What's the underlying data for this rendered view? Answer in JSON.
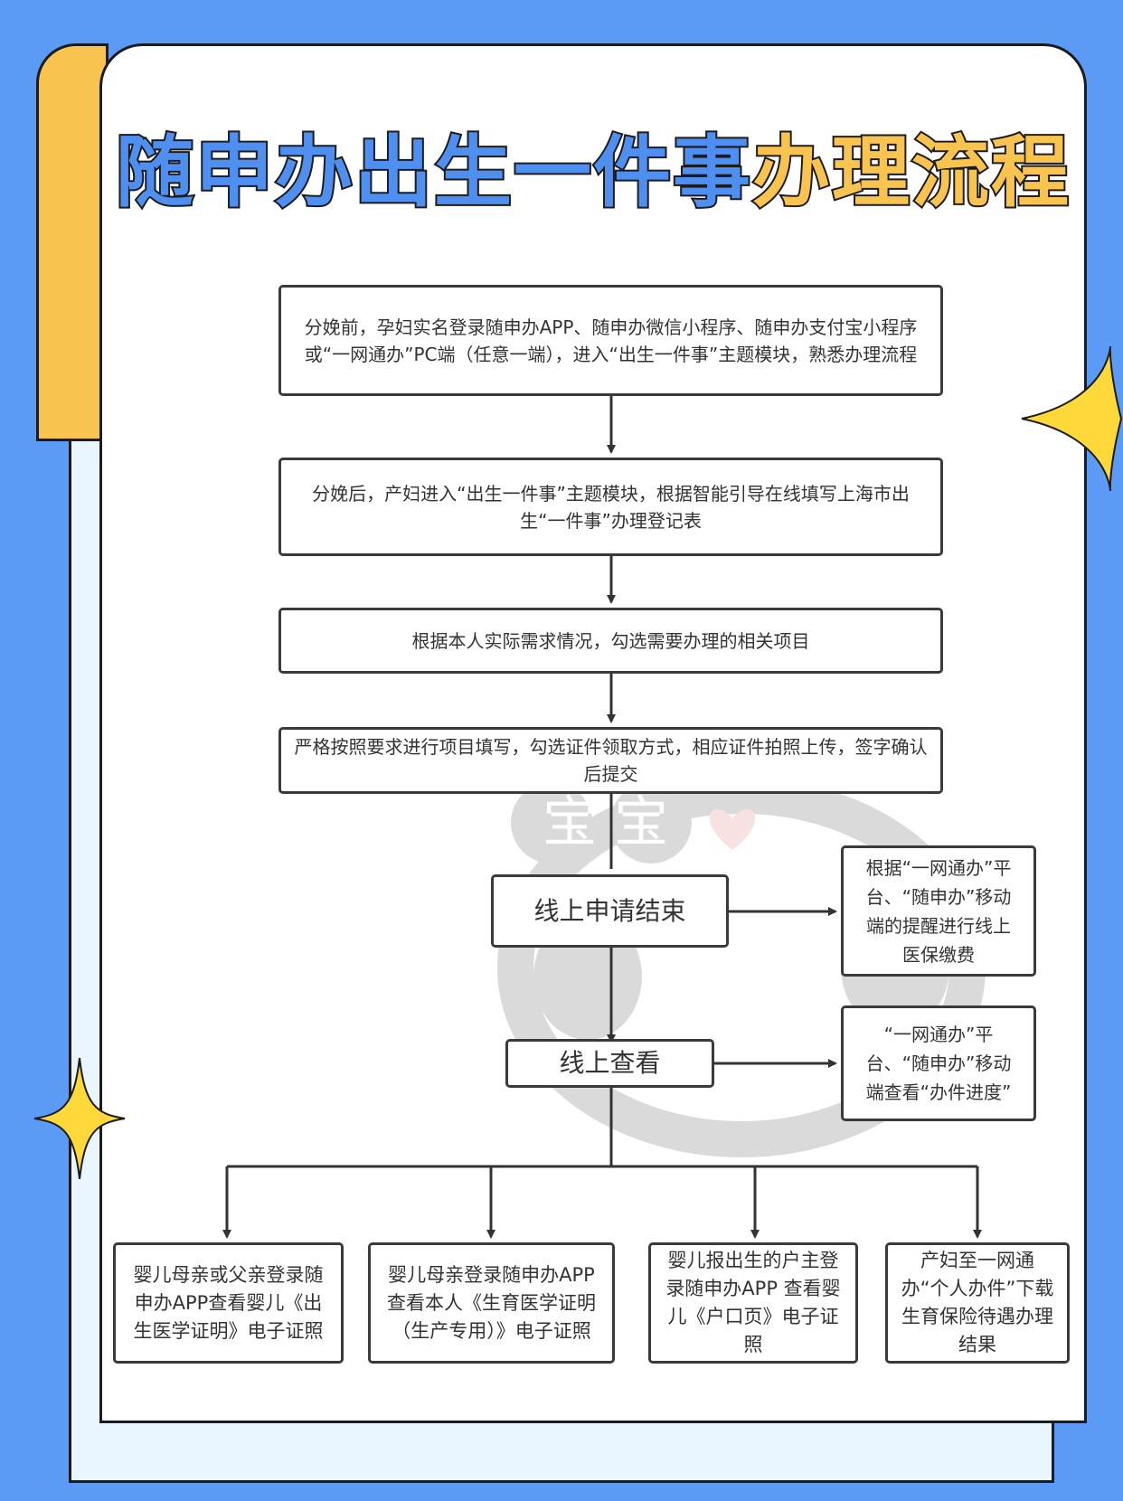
{
  "title": {
    "part1": "随申办出生一件事",
    "part2": "办理流程"
  },
  "flow": {
    "step1": "分娩前，孕妇实名登录随申办APP、随申办微信小程序、随申办支付宝小程序或“一网通办”PC端（任意一端），进入“出生一件事”主题模块，熟悉办理流程",
    "step2": "分娩后，产妇进入“出生一件事”主题模块，根据智能引导在线填写上海市出生“一件事”办理登记表",
    "step3": "根据本人实际需求情况，勾选需要办理的相关项目",
    "step4": "严格按照要求进行项目填写，勾选证件领取方式，相应证件拍照上传，签字确认后提交",
    "step5": "线上申请结束",
    "step5_side": "根据“一网通办”平台、“随申办”移动端的提醒进行线上医保缴费",
    "step6": "线上查看",
    "step6_side": "“一网通办”平台、“随申办”移动端查看“办件进度”",
    "results": [
      "婴儿母亲或父亲登录随申办APP查看婴儿《出生医学证明》电子证照",
      "婴儿母亲登录随申办APP查看本人《生育医学证明（生产专用）》电子证照",
      "婴儿报出生的户主登录随申办APP 查看婴儿《户口页》电子证照",
      "产妇至一网通办“个人办件”下载生育保险待遇办理结果"
    ]
  },
  "watermark_text": "宝 宝",
  "colors": {
    "background": "#5b9bf5",
    "accent_yellow": "#f8c44f",
    "title_blue": "#4f8ff0",
    "star": "#ffd83a"
  }
}
